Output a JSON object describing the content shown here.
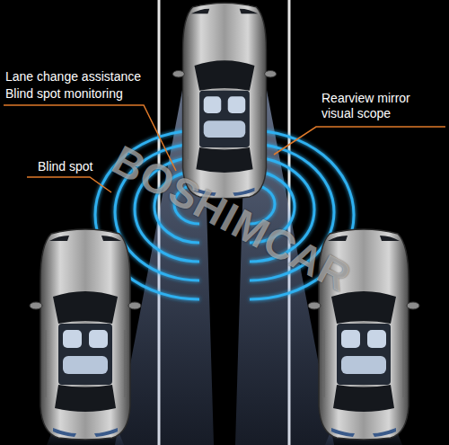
{
  "diagram": {
    "labels": [
      "Lane change assistance",
      "Blind spot monitoring",
      "Rearview mirror visual scope",
      "Blind spot",
      "BOSHIMCAR"
    ]
  }
}
